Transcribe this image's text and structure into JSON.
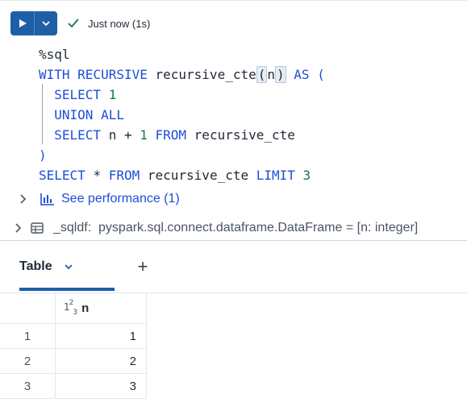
{
  "cell": {
    "status_text": "Just now (1s)",
    "code_lines": [
      [
        {
          "t": "%sql",
          "c": "plain"
        }
      ],
      [
        {
          "t": "WITH RECURSIVE ",
          "c": "kw"
        },
        {
          "t": "recursive_cte",
          "c": "plain"
        },
        {
          "t": "(",
          "c": "hl"
        },
        {
          "t": "n",
          "c": "plain"
        },
        {
          "t": ")",
          "c": "hl"
        },
        {
          "t": " AS (",
          "c": "kw"
        }
      ],
      [
        {
          "t": "  SELECT ",
          "c": "kw"
        },
        {
          "t": "1",
          "c": "num"
        }
      ],
      [
        {
          "t": "  UNION ALL",
          "c": "kw"
        }
      ],
      [
        {
          "t": "  SELECT ",
          "c": "kw"
        },
        {
          "t": "n + ",
          "c": "plain"
        },
        {
          "t": "1",
          "c": "num"
        },
        {
          "t": " FROM ",
          "c": "kw"
        },
        {
          "t": "recursive_cte",
          "c": "plain"
        }
      ],
      [
        {
          "t": ")",
          "c": "paren"
        }
      ],
      [
        {
          "t": "SELECT ",
          "c": "kw"
        },
        {
          "t": "* ",
          "c": "plain"
        },
        {
          "t": "FROM ",
          "c": "kw"
        },
        {
          "t": "recursive_cte ",
          "c": "plain"
        },
        {
          "t": "LIMIT ",
          "c": "kw"
        },
        {
          "t": "3",
          "c": "num"
        }
      ]
    ],
    "performance_link": "See performance (1)",
    "dataframe_info": "_sqldf:  pyspark.sql.connect.dataframe.DataFrame = [n: integer]"
  },
  "results": {
    "tab_label": "Table",
    "add_tab_label": "+",
    "column": {
      "type_label_base": "1",
      "type_sup": "2",
      "type_sub": "3",
      "name": "n"
    },
    "rows": [
      {
        "index": "1",
        "n": "1"
      },
      {
        "index": "2",
        "n": "2"
      },
      {
        "index": "3",
        "n": "3"
      }
    ]
  },
  "icons": {
    "run": "play-icon",
    "run_dropdown": "chevron-down-icon",
    "status": "check-icon",
    "performance": "bar-chart-icon",
    "dataframe": "table-icon"
  },
  "colors": {
    "accent": "#1f5fa8",
    "keyword": "#1d4ed8",
    "number": "#0a7a4a",
    "success": "#0a7a4a"
  }
}
